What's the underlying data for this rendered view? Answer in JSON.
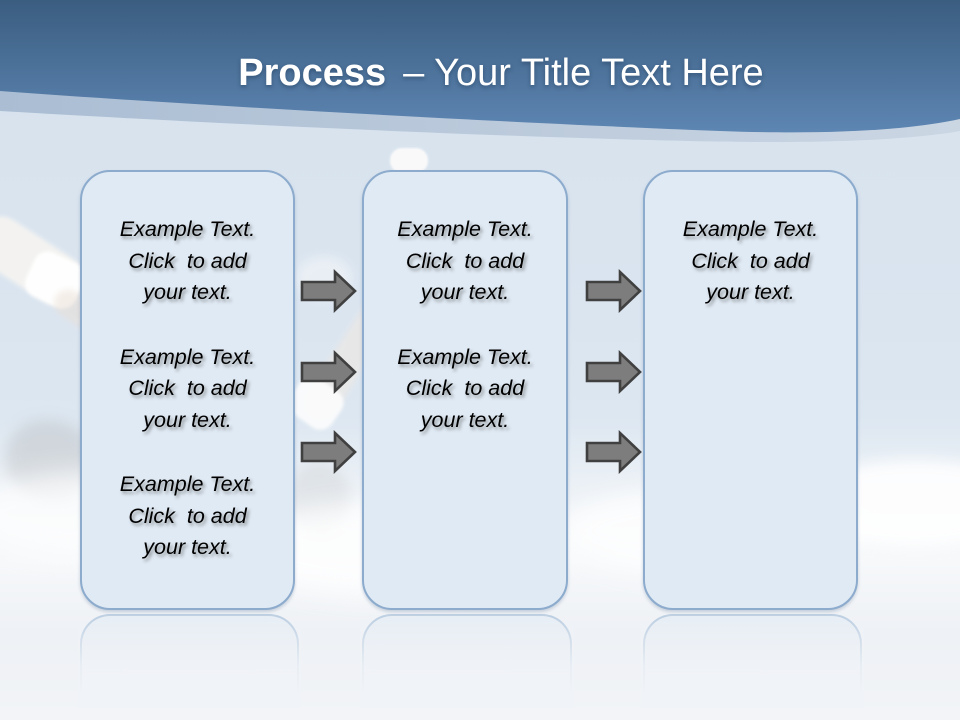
{
  "title": {
    "keyword": "Process",
    "rest": "– Your Title Text Here"
  },
  "boxes": [
    {
      "name": "step-1",
      "paragraphs": [
        "Example Text.\nClick  to add\nyour text.",
        "Example Text.\nClick  to add\nyour text.",
        "Example Text.\nClick  to add\nyour text."
      ]
    },
    {
      "name": "step-2",
      "paragraphs": [
        "Example Text.\nClick  to add\nyour text.",
        "Example Text.\nClick  to add\nyour text."
      ]
    },
    {
      "name": "step-3",
      "paragraphs": [
        "Example Text.\nClick  to add\nyour text."
      ]
    }
  ],
  "colors": {
    "header_top": "#3a5d80",
    "header_bottom": "#5e86b3",
    "header_stripe": "#b7c6da",
    "box_fill": "#e0eaf4",
    "box_border": "#8cabcd",
    "arrow_fill": "#7d7d7d",
    "arrow_stroke": "#404040",
    "title_text": "#ffffff",
    "body_text": "#000000"
  }
}
